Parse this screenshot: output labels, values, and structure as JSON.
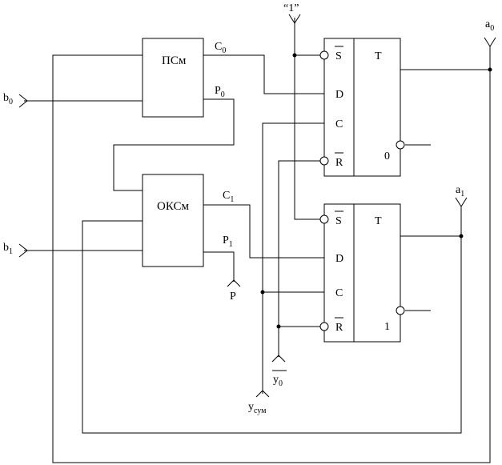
{
  "signals": {
    "one": "“1”",
    "a0": {
      "base": "a",
      "sub": "0"
    },
    "a1": {
      "base": "a",
      "sub": "1"
    },
    "b0": {
      "base": "b",
      "sub": "0"
    },
    "b1": {
      "base": "b",
      "sub": "1"
    },
    "p_out": "P",
    "y0": {
      "base": "y",
      "sub": "0"
    },
    "ysum": {
      "base": "y",
      "sub": "сум"
    }
  },
  "blocks": {
    "half_adder": {
      "name": "ПСм",
      "c_out": {
        "base": "C",
        "sub": "0"
      },
      "p_out": {
        "base": "P",
        "sub": "0"
      }
    },
    "full_adder": {
      "name": "ОКСм",
      "c_out": {
        "base": "C",
        "sub": "1"
      },
      "p_out": {
        "base": "P",
        "sub": "1"
      }
    }
  },
  "triggers": [
    {
      "type": "T",
      "s": "S",
      "d": "D",
      "c": "C",
      "r": "R",
      "index": "0"
    },
    {
      "type": "T",
      "s": "S",
      "d": "D",
      "c": "C",
      "r": "R",
      "index": "1"
    }
  ]
}
